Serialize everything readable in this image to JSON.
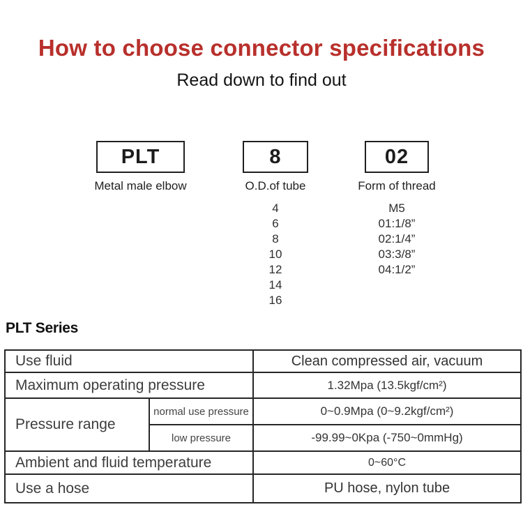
{
  "colors": {
    "accent_red": "#b8302c",
    "row_beige": "#f1ecdb",
    "border_dark": "#262626"
  },
  "header": {
    "title": "How to choose connector specifications",
    "subtitle": "Read down to find out"
  },
  "selector": {
    "columns": [
      {
        "code": "PLT",
        "label": "Metal male elbow",
        "options": []
      },
      {
        "code": "8",
        "label": "O.D.of tube",
        "options": [
          "4",
          "6",
          "8",
          "10",
          "12",
          "14",
          "16"
        ]
      },
      {
        "code": "02",
        "label": "Form of thread",
        "options": [
          "M5",
          "01:1/8”",
          "02:1/4”",
          "03:3/8”",
          "04:1/2”"
        ]
      }
    ]
  },
  "series": {
    "heading": "PLT Series"
  },
  "spec_table": {
    "use_fluid": {
      "label": "Use fluid",
      "value": "Clean compressed air, vacuum"
    },
    "max_pressure": {
      "label": "Maximum operating pressure",
      "value": "1.32Mpa (13.5kgf/cm²)"
    },
    "pressure_range": {
      "label": "Pressure range",
      "normal": {
        "label": "normal use pressure",
        "value": "0~0.9Mpa (0~9.2kgf/cm²)"
      },
      "low": {
        "label": "low pressure",
        "value": "-99.99~0Kpa (-750~0mmHg)"
      }
    },
    "ambient_temp": {
      "label": "Ambient and fluid temperature",
      "value": "0~60°C"
    },
    "use_hose": {
      "label": "Use a hose",
      "value": "PU hose, nylon tube"
    }
  }
}
